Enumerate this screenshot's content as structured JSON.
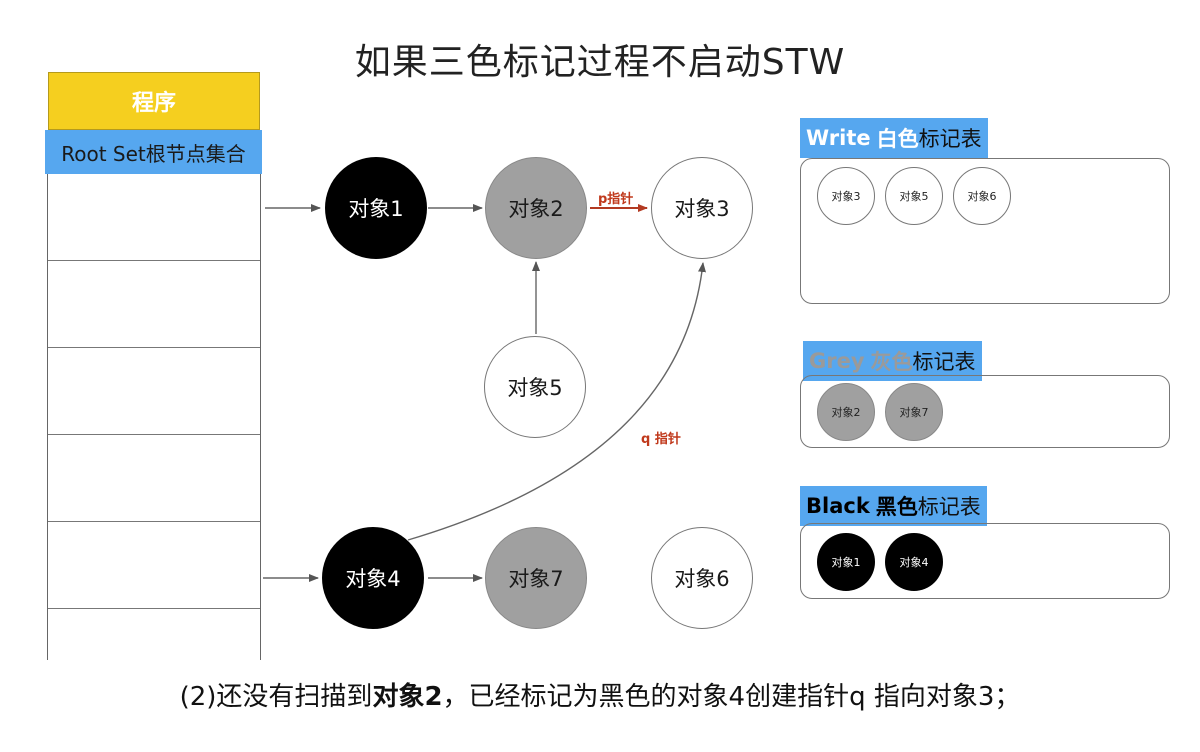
{
  "title": "如果三色标记过程不启动STW",
  "program": {
    "label": "程序"
  },
  "root_set": {
    "label": "Root Set根节点集合"
  },
  "nodes": {
    "obj1": "对象1",
    "obj2": "对象2",
    "obj3": "对象3",
    "obj4": "对象4",
    "obj5": "对象5",
    "obj6": "对象6",
    "obj7": "对象7"
  },
  "pointers": {
    "p": "p指针",
    "q": "q 指针"
  },
  "tables": {
    "white": {
      "label_en": "Write",
      "label_color": "白色",
      "label_suffix": "标记表",
      "items": [
        "对象3",
        "对象5",
        "对象6"
      ]
    },
    "grey": {
      "label_en": "Grey",
      "label_color": "灰色",
      "label_suffix": "标记表",
      "items": [
        "对象2",
        "对象7"
      ]
    },
    "black": {
      "label_en": "Black",
      "label_color": "黑色",
      "label_suffix": "标记表",
      "items": [
        "对象1",
        "对象4"
      ]
    }
  },
  "colors": {
    "program_bg": "#f5cf1f",
    "label_blue": "#56a7ef",
    "white_label_text": "#ffffff",
    "grey_label_text": "#9a9a9a",
    "black_label_text": "#000000",
    "pointer_text": "#c0391c"
  },
  "caption": {
    "prefix": "(2)还没有扫描到",
    "bold": "对象2",
    "suffix": "，已经标记为黑色的对象4创建指针q  指向对象3；"
  }
}
